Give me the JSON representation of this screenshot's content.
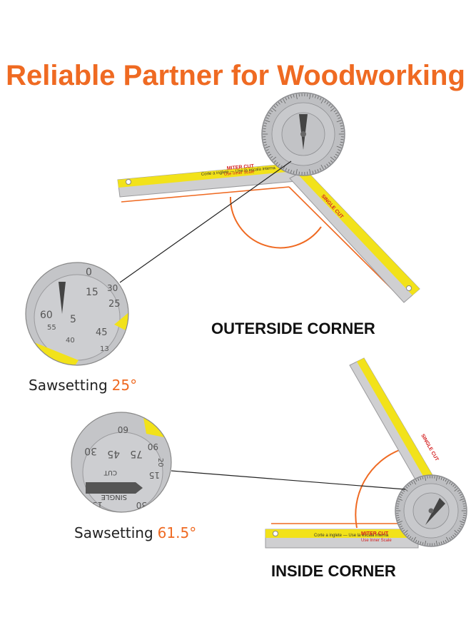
{
  "header": {
    "title": "Reliable Partner for Woodworking"
  },
  "colors": {
    "accent": "#ef6a22",
    "ruler_yellow": "#f2e21a",
    "ruler_gray": "#c9c9cb",
    "dial_gray": "#b9babd",
    "line_dark": "#222222"
  },
  "outside": {
    "label": "OUTERSIDE CORNER",
    "saw_prefix": "Sawsetting",
    "saw_value": "25°",
    "ruler_text": {
      "cut": "MITER CUT",
      "scale": "Use Inner Scale",
      "single": "SINGLE CUT"
    },
    "zoom_numbers": [
      "0",
      "15",
      "25",
      "30",
      "60",
      "5",
      "45",
      "55",
      "40",
      "13"
    ]
  },
  "inside": {
    "label": "INSIDE CORNER",
    "saw_prefix": "Sawsetting",
    "saw_value": "61.5°",
    "ruler_text": {
      "cut": "MITER CUT",
      "scale": "Use Inner Scale",
      "single": "SINGLE CUT"
    },
    "zoom_numbers": [
      "30",
      "45",
      "60",
      "75",
      "90",
      "15",
      "CUT",
      "SINGLE",
      "30",
      "15",
      "20"
    ]
  }
}
